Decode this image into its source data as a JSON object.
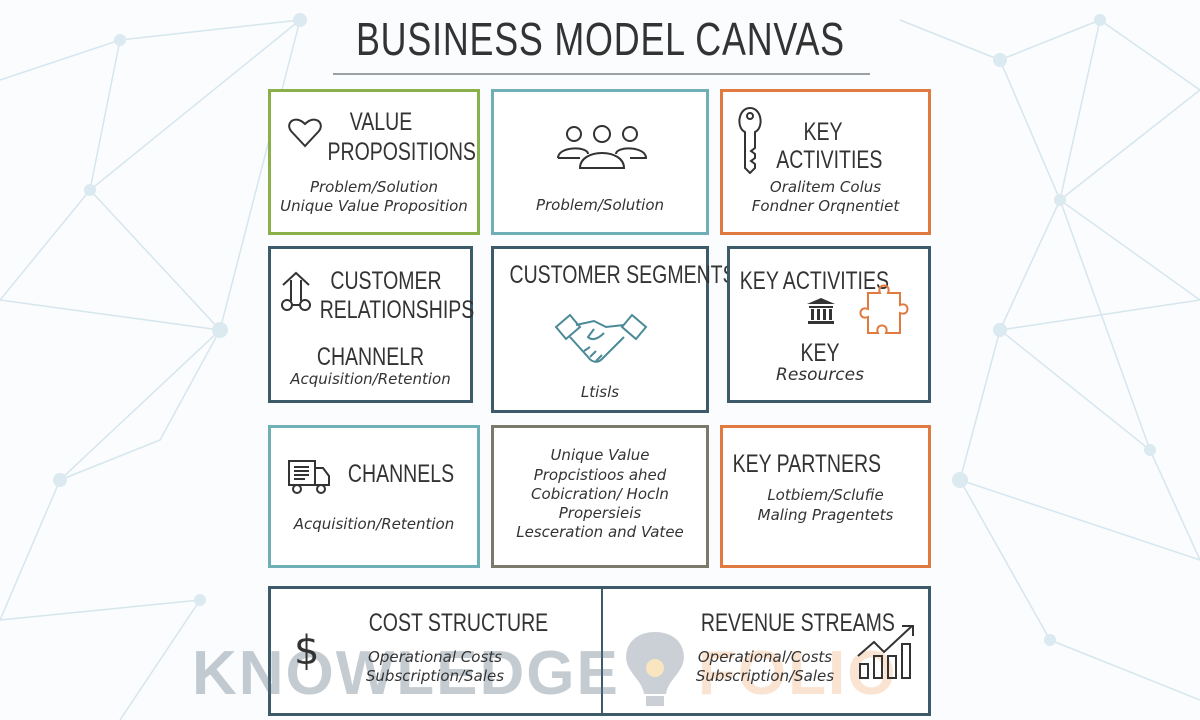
{
  "title": "BUSINESS MODEL CANVAS",
  "colors": {
    "green": "#8ab04a",
    "teal": "#6fb0b6",
    "orange": "#e07a40",
    "slate": "#3d5a6b",
    "olive": "#7b7a6a"
  },
  "boxes": {
    "value_propositions": {
      "title_line1": "VALUE",
      "title_line2": "PROPOSITIONS",
      "text_line1": "Problem/Solution",
      "text_line2": "Unique Value Proposition",
      "icon": "heart-icon"
    },
    "customers": {
      "text": "Problem/Solution",
      "icon": "users-icon"
    },
    "key_activities_top": {
      "title_line1": "KEY",
      "title_line2": "ACTIVITIES",
      "text_line1": "Oralitem Colus",
      "text_line2": "Fondner Orqnentiet",
      "icon": "key-icon"
    },
    "customer_relationships": {
      "title_line1": "CUSTOMER",
      "title_line2": "RELATIONSHIPS",
      "subtitle": "CHANNELR",
      "text": "Acquisition/Retention",
      "icon": "arrow-relationship-icon"
    },
    "customer_segments": {
      "title": "CUSTOMER SEGMENTS",
      "text": "Ltisls",
      "icon": "handshake-icon"
    },
    "key_resources": {
      "title": "KEY ACTIVITIES",
      "subtitle": "KEY",
      "text": "Resources",
      "icons": [
        "bank-icon",
        "puzzle-icon"
      ]
    },
    "channels": {
      "title": "CHANNELS",
      "text": "Acquisition/Retention",
      "icon": "truck-icon"
    },
    "middle": {
      "lines": [
        "Unique Value",
        "Propcistioos ahed",
        "Cobicration/ Hocln",
        "Propersieis",
        "Lesceration and Vatee"
      ]
    },
    "key_partners": {
      "title": "KEY PARTNERS",
      "text_line1": "Lotbiem/Sclufie",
      "text_line2": "Maling Pragentets"
    },
    "cost_structure": {
      "title": "COST STRUCTURE",
      "text_line1": "Operational Costs",
      "text_line2": "Subscription/Sales",
      "icon": "dollar-icon"
    },
    "revenue_streams": {
      "title": "REVENUE STREAMS",
      "text_line1": "Operational/Costs",
      "text_line2": "Subscription/Sales",
      "icon": "growth-chart-icon"
    }
  },
  "watermark": {
    "word1": "KNOWLEDGE",
    "word2": "FOLIO"
  }
}
